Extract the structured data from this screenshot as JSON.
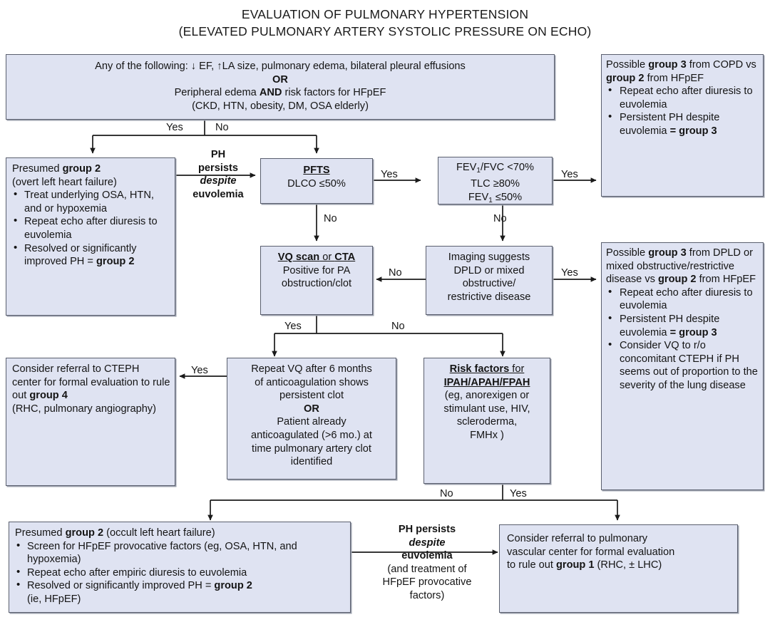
{
  "title": {
    "line1": "EVALUATION OF PULMONARY HYPERTENSION",
    "line2": "(ELEVATED PULMONARY ARTERY SYSTOLIC PRESSURE ON ECHO)"
  },
  "colors": {
    "box_fill": "#dfe3f2",
    "box_border": "#5a5f6e",
    "text": "#141414",
    "background": "#ffffff"
  },
  "boxes": {
    "criteria": {
      "l1_a": "Any of the following: ↓ EF, ↑LA size, pulmonary edema, bilateral pleural effusions",
      "l2_or": "OR",
      "l3_a": "Peripheral edema ",
      "l3_and": "AND",
      "l3_b": " risk factors for HFpEF",
      "l4": "(CKD, HTN, obesity, DM, OSA elderly)"
    },
    "group2_overt": {
      "head_a": "Presumed ",
      "head_b": "group 2",
      "head_c": "(overt left heart failure)",
      "bullets": [
        "Treat underlying OSA, HTN, and or hypoxemia",
        "Repeat echo after diuresis to euvolemia"
      ],
      "bullet3_a": "Resolved or significantly improved PH = ",
      "bullet3_b": "group 2"
    },
    "pfts": {
      "heading": "PFTS",
      "line": "DLCO ≤50%"
    },
    "spirometry": {
      "l1_a": "FEV",
      "l1_sub": "1",
      "l1_b": "/FVC <70%",
      "l2": "TLC ≥80%",
      "l3_a": "FEV",
      "l3_sub": "1",
      "l3_b": " ≤50%"
    },
    "vq": {
      "head_a": "VQ scan",
      "head_or": " or ",
      "head_b": "CTA",
      "l1": "Positive for PA",
      "l2": "obstruction/clot"
    },
    "imaging": {
      "l1": "Imaging suggests",
      "l2": "DPLD or mixed",
      "l3": "obstructive/",
      "l4": "restrictive disease"
    },
    "group3_copd": {
      "head_a": "Possible ",
      "head_b": "group 3",
      "head_c": " from COPD vs ",
      "head_d": "group 2",
      "head_e": " from HFpEF",
      "bullets": [
        "Repeat echo after diuresis to euvolemia"
      ],
      "bullet2_a": "Persistent PH despite euvolemia ",
      "bullet2_b": "= group 3"
    },
    "group3_dpld": {
      "head_a": "Possible ",
      "head_b": "group 3",
      "head_c": " from DPLD or mixed obstructive/restrictive disease vs ",
      "head_d": "group 2",
      "head_e": " from HFpEF",
      "bullet1": "Repeat echo after diuresis to euvolemia",
      "bullet2_a": "Persistent PH despite euvolemia ",
      "bullet2_b": "= group 3",
      "bullet3": "Consider VQ to r/o concomitant CTEPH if PH seems out of proportion to the severity of the lung disease"
    },
    "cteph": {
      "l1": "Consider referral to CTEPH center for formal evaluation to rule out ",
      "l1_b": "group 4",
      "l2": "(RHC, pulmonary angiography)"
    },
    "repeat_vq": {
      "l1": "Repeat VQ after 6 months",
      "l2": "of anticoagulation shows",
      "l3": "persistent clot",
      "l4_or": "OR",
      "l5": "Patient already",
      "l6": "anticoagulated (>6 mo.) at",
      "l7": "time pulmonary artery clot",
      "l8": "identified"
    },
    "risk_factors": {
      "head_a": "Risk factors",
      "head_b": " for",
      "head_c": "IPAH/APAH/FPAH",
      "l1": "(eg, anorexigen or",
      "l2": "stimulant use, HIV,",
      "l3": "scleroderma,",
      "l4": "FMHx )"
    },
    "group2_occult": {
      "head_a": "Presumed ",
      "head_b": "group 2",
      "head_c": " (occult left heart failure)",
      "bullet1": "Screen for HFpEF provocative factors (eg, OSA, HTN, and hypoxemia)",
      "bullet2": "Repeat echo after empiric diuresis to euvolemia",
      "bullet3_a": "Resolved or significantly improved PH = ",
      "bullet3_b": "group 2",
      "bullet3_c": "(ie, HFpEF)"
    },
    "pvc_referral": {
      "l1": "Consider referral to pulmonary",
      "l2": "vascular center for formal evaluation",
      "l3_a": "to rule out ",
      "l3_b": "group 1",
      "l3_c": " (RHC, ± LHC)"
    }
  },
  "edge_labels": {
    "yes_top": "Yes",
    "no_top": "No",
    "ph_persists_1": "PH",
    "ph_persists_2": "persists",
    "ph_persists_3": "despite",
    "ph_persists_4": "euvolemia",
    "yes_pfts": "Yes",
    "no_pfts": "No",
    "yes_spiro": "Yes",
    "no_spiro": "No",
    "no_imaging": "No",
    "yes_imaging": "Yes",
    "yes_vq_left": "Yes",
    "no_vq_right": "No",
    "yes_cteph": "Yes",
    "no_rf": "No",
    "yes_rf": "Yes",
    "ph_persists_b1": "PH persists",
    "ph_persists_b2": "despite",
    "ph_persists_b3": "euvolemia",
    "ph_persists_b4": "(and treatment of",
    "ph_persists_b5": "HFpEF provocative",
    "ph_persists_b6": "factors)"
  }
}
